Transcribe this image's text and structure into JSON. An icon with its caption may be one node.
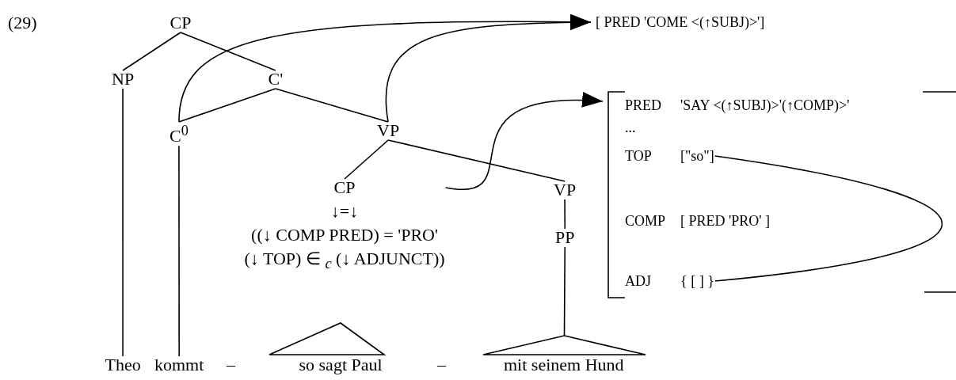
{
  "diagram": {
    "nodes": [
      {
        "text": [
          "CP"
        ]
      },
      {
        "text": [
          "NP"
        ]
      },
      {
        "text": [
          "C'"
        ]
      },
      {
        "text": [
          "C$^{0}$"
        ]
      },
      {
        "text": [
          "VP"
        ]
      },
      {
        "text": [
          "CP"
        ],
        "beside": [
          "↓=↓",
          "((↓ COMP PRED) = 'PRO'",
          "(↓ TOP) ∈ $_{c}$ (↓ ADJUNCT))"
        ]
      },
      {
        "text": [
          "VP"
        ]
      },
      {
        "text": [
          "PP"
        ]
      },
      {
        "text": [],
        "shape": "triangle"
      },
      {
        "text": [],
        "shape": "triangle"
      },
      {
        "text": [
          "Theo"
        ]
      },
      {
        "text": [
          "kommt"
        ]
      },
      {
        "text": [
          "so sagt Paul"
        ]
      },
      {
        "text": [
          "mit seinem Hund"
        ]
      },
      {
        "text": [
          "[ PRED 'COME <(↑SUBJ)>']"
        ]
      },
      {
        "text": [],
        "shape": "bracket"
      },
      {
        "text": [
          "PRED",
          "'SAY <(↑SUBJ)>'(↑COMP)>'"
        ],
        "in": 15
      },
      {
        "text": [
          "..."
        ],
        "in": 15
      },
      {
        "text": [
          "TOP",
          "[\"so\"]"
        ],
        "in": 15
      },
      {
        "text": [
          "COMP",
          "[ PRED 'PRO' ]"
        ],
        "in": 15
      },
      {
        "text": [
          "ADJ",
          "{ [ ] }"
        ],
        "in": 15
      }
    ],
    "edges": [
      {
        "from": 0,
        "to": 1,
        "arrow": "none"
      },
      {
        "from": 0,
        "to": 2,
        "arrow": "none"
      },
      {
        "from": 2,
        "to": 3,
        "arrow": "none"
      },
      {
        "from": 2,
        "to": 4,
        "arrow": "none"
      },
      {
        "from": 4,
        "to": 5,
        "arrow": "none"
      },
      {
        "from": 4,
        "to": 6,
        "arrow": "none"
      },
      {
        "from": 6,
        "to": 7,
        "arrow": "none"
      },
      {
        "from": 7,
        "to": 9,
        "arrow": "none"
      },
      {
        "from": 1,
        "to": 10,
        "arrow": "none"
      },
      {
        "from": 3,
        "to": 11,
        "arrow": "none"
      },
      {
        "from": 3,
        "to": 14,
        "arrow": "to"
      },
      {
        "from": 4,
        "to": 14,
        "arrow": "to"
      },
      {
        "from": 5,
        "to": 15,
        "arrow": "to"
      },
      {
        "from": 18,
        "to": 20,
        "arrow": "none"
      }
    ],
    "labels": [
      "(29)",
      "–",
      "–"
    ]
  }
}
